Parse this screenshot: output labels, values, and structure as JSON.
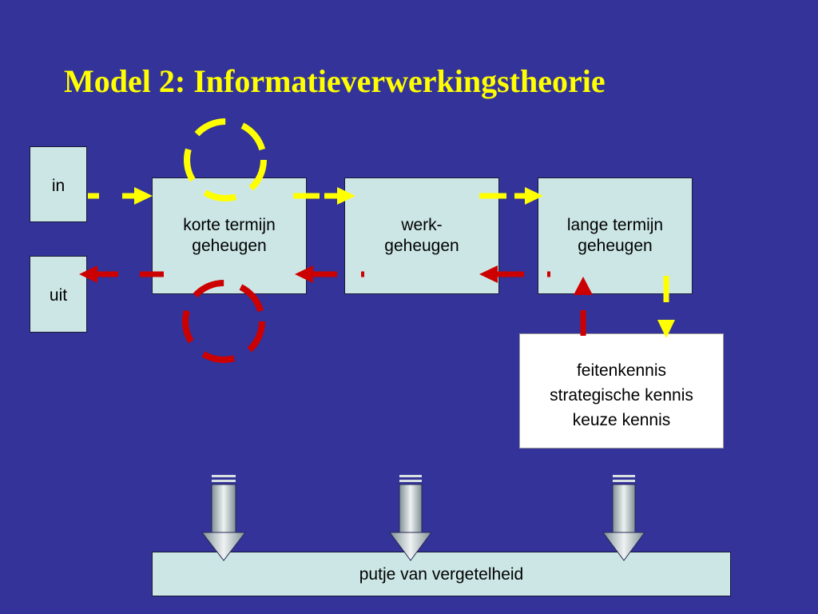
{
  "title": "Model 2: Informatieverwerkingstheorie",
  "boxes": {
    "in": "in",
    "uit": "uit",
    "korte_termijn": [
      "korte termijn",
      "geheugen"
    ],
    "werk": [
      "werk-",
      "geheugen"
    ],
    "lange_termijn": [
      "lange termijn",
      "geheugen"
    ],
    "kennis": [
      "feitenkennis",
      "strategische kennis",
      "keuze kennis"
    ],
    "put": "putje van vergetelheid"
  },
  "colors": {
    "background": "#333399",
    "title": "#FFFF00",
    "box_fill": "#CCE6E6",
    "input_flow": "#FFFF00",
    "output_flow": "#CC0000"
  }
}
